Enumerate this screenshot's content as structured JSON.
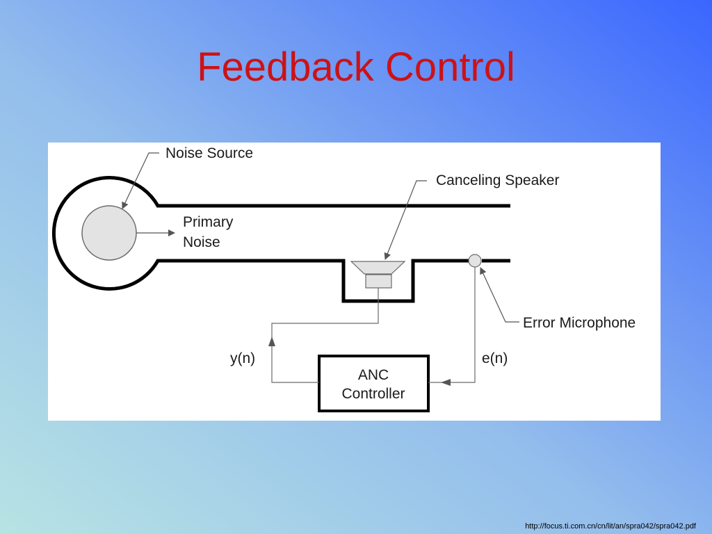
{
  "slide": {
    "title": "Feedback Control",
    "source_url": "http://focus.ti.com.cn/cn/lit/an/spra042/spra042.pdf"
  },
  "diagram": {
    "labels": {
      "noise_source": "Noise Source",
      "primary_noise_line1": "Primary",
      "primary_noise_line2": "Noise",
      "canceling_speaker": "Canceling Speaker",
      "error_microphone": "Error Microphone",
      "controller_line1": "ANC",
      "controller_line2": "Controller",
      "output_signal": "y(n)",
      "error_signal": "e(n)"
    }
  },
  "colors": {
    "title": "#cc1216",
    "diagram_background": "#ffffff",
    "stroke": "#000000",
    "thin_stroke": "#6a6a6a",
    "component_fill": "#e3e3e3"
  }
}
